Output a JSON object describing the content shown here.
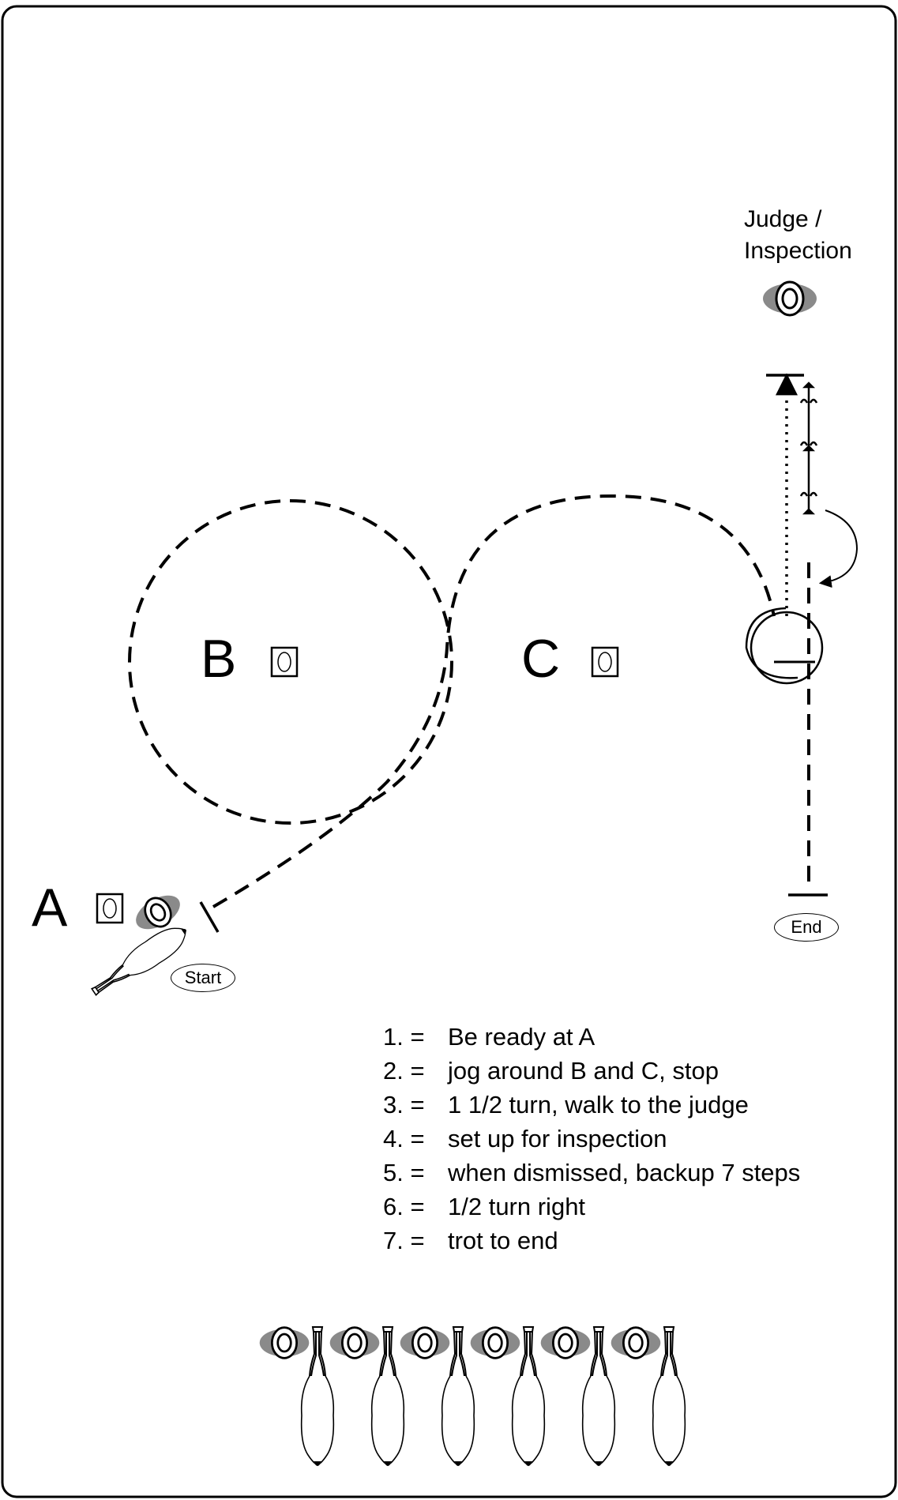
{
  "judge": {
    "line1": "Judge /",
    "line2": "Inspection"
  },
  "markers": {
    "a": "A",
    "b": "B",
    "c": "C"
  },
  "start_label": "Start",
  "end_label": "End",
  "steps": [
    {
      "num": "1. =",
      "text": "Be ready at A"
    },
    {
      "num": "2. =",
      "text": "jog around B and C, stop"
    },
    {
      "num": "3. =",
      "text": "1 1/2 turn, walk to the judge"
    },
    {
      "num": "4. =",
      "text": "set up for inspection"
    },
    {
      "num": "5. =",
      "text": "when dismissed, backup 7 steps"
    },
    {
      "num": "6. =",
      "text": "1/2 turn right"
    },
    {
      "num": "7. =",
      "text": "trot to end"
    }
  ],
  "lineup_count": 6,
  "colors": {
    "stroke": "#000000",
    "shadow": "#8a8a8a",
    "background": "#ffffff"
  },
  "icons": [
    "cone-marker-icon",
    "exhibitor-icon",
    "horse-icon",
    "judge-icon"
  ]
}
